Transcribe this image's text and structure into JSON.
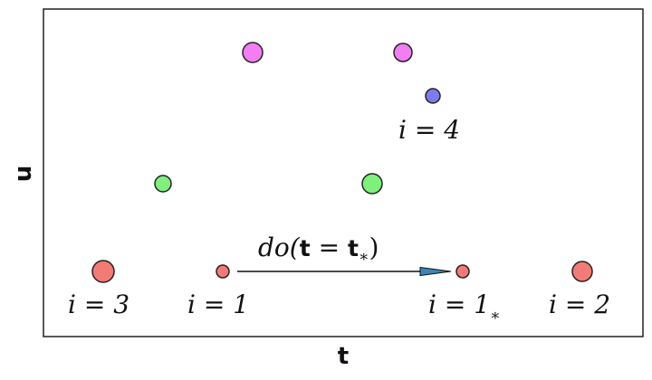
{
  "axes": {
    "x_label": "t",
    "y_label": "u"
  },
  "labels": {
    "i3": "i = 3",
    "i1": "i = 1",
    "i1star": "i = 1",
    "i1star_sub": "∗",
    "i2": "i = 2",
    "i4": "i = 4",
    "intervention_prefix": "do(",
    "intervention_t": "t",
    "intervention_eq": " = ",
    "intervention_tstar": "t",
    "intervention_sub": "∗",
    "intervention_suffix": ")"
  },
  "colors": {
    "red": "#f47b74",
    "green": "#7ff07b",
    "magenta": "#f37df2",
    "blue": "#7c7cf0",
    "arrow_head": "#3a87b7"
  }
}
